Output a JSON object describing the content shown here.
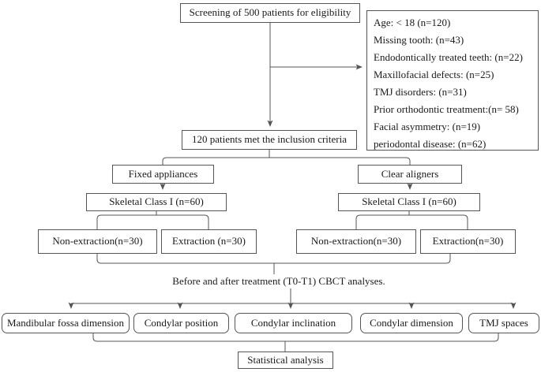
{
  "colors": {
    "background": "#ffffff",
    "box_border": "#555555",
    "line": "#555555",
    "text": "#1a1a1a"
  },
  "nodes": {
    "screening": {
      "label": "Screening of 500 patients for eligibility"
    },
    "exclusions": {
      "items": [
        "Age: < 18 (n=120)",
        "Missing tooth: (n=43)",
        "Endodontically treated teeth: (n=22)",
        "Maxillofacial defects: (n=25)",
        "TMJ disorders: (n=31)",
        "Prior orthodontic treatment:(n= 58)",
        "Facial asymmetry: (n=19)",
        "periodontal disease: (n=62)"
      ]
    },
    "inclusion": {
      "label": "120 patients met the inclusion criteria"
    },
    "fixed_appliances": {
      "label": "Fixed appliances"
    },
    "clear_aligners": {
      "label": "Clear aligners"
    },
    "skeletal_left": {
      "label": "Skeletal Class I (n=60)"
    },
    "skeletal_right": {
      "label": "Skeletal Class I (n=60)"
    },
    "non_extraction_left": {
      "label": "Non-extraction(n=30)"
    },
    "extraction_left": {
      "label": "Extraction (n=30)"
    },
    "non_extraction_right": {
      "label": "Non-extraction(n=30)"
    },
    "extraction_right": {
      "label": "Extraction(n=30)"
    },
    "cbct": {
      "label": "Before and after treatment (T0-T1) CBCT analyses."
    },
    "outcomes": [
      {
        "label": "Mandibular fossa dimension"
      },
      {
        "label": "Condylar position"
      },
      {
        "label": "Condylar inclination"
      },
      {
        "label": "Condylar dimension"
      },
      {
        "label": "TMJ spaces"
      }
    ],
    "statistical": {
      "label": "Statistical analysis"
    }
  }
}
